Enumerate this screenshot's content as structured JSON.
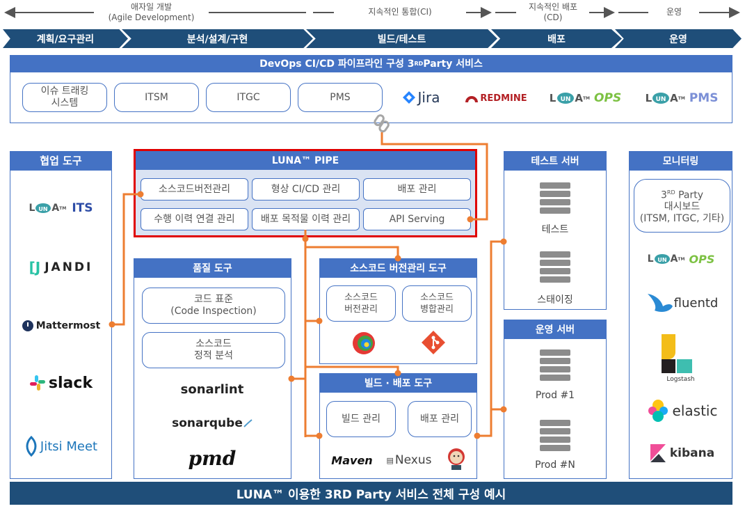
{
  "phases": {
    "agile": "애자일 개발\n(Agile Development)",
    "ci": "지속적인 통합(CI)",
    "cd": "지속적인 배포\n(CD)",
    "ops": "운영"
  },
  "stages": [
    "계획/요구관리",
    "분석/설계/구현",
    "빌드/테스트",
    "배포",
    "운영"
  ],
  "top_box": {
    "title_main": "DevOps CI/CD 파이프라인 구성 3",
    "title_sup": "RD",
    "title_rest": " Party 서비스",
    "pills": [
      "이슈 트래킹\n시스템",
      "ITSM",
      "ITGC",
      "PMS"
    ],
    "logos": {
      "jira": "Jira",
      "redmine": "REDMINE",
      "luna_ops": "OPS",
      "luna_pms": "PMS"
    }
  },
  "collab": {
    "title": "협업 도구",
    "logos": {
      "its": "ITS",
      "jandi": "JANDI",
      "mattermost": "Mattermost",
      "slack": "slack",
      "jitsi": "Jitsi Meet"
    }
  },
  "pipe": {
    "title": "LUNA™ PIPE",
    "items": [
      "소스코드버전관리",
      "형상 CI/CD 관리",
      "배포 관리",
      "수행 이력 연결 관리",
      "배포 목적물 이력 관리",
      "API Serving"
    ]
  },
  "quality": {
    "title": "품질 도구",
    "items": [
      "코드 표준\n(Code Inspection)",
      "소스코드\n정적 분석"
    ],
    "logos": {
      "sonarlint": "sonarlint",
      "sonarqube": "sonarqube",
      "pmd": "pmd"
    }
  },
  "vcs": {
    "title": "소스코드 버전관리 도구",
    "items": [
      "소스코드\n버전관리",
      "소스코드\n병합관리"
    ]
  },
  "build": {
    "title": "빌드 · 배포 도구",
    "items": [
      "빌드 관리",
      "배포 관리"
    ],
    "logos": {
      "maven": "Maven",
      "nexus": "Nexus"
    }
  },
  "test_server": {
    "title": "테스트 서버",
    "labels": [
      "테스트",
      "스태이징"
    ]
  },
  "prod_server": {
    "title": "운영 서버",
    "labels": [
      "Prod #1",
      "Prod #N"
    ]
  },
  "monitor": {
    "title": "모니터링",
    "dashboard_pre": "3",
    "dashboard_sup": "RD",
    "dashboard_rest": " Party\n대시보드\n(ITSM, ITGC, 기타)",
    "logos": {
      "ops": "OPS",
      "fluentd": "fluentd",
      "logstash": "Logstash",
      "elastic": "elastic",
      "kibana": "kibana"
    }
  },
  "footer": "LUNA™ 이용한 3RD Party 서비스 전체 구성 예시",
  "colors": {
    "navy": "#1f4e79",
    "blue": "#4472c4",
    "orange": "#ed7d31",
    "red": "#e00000"
  }
}
